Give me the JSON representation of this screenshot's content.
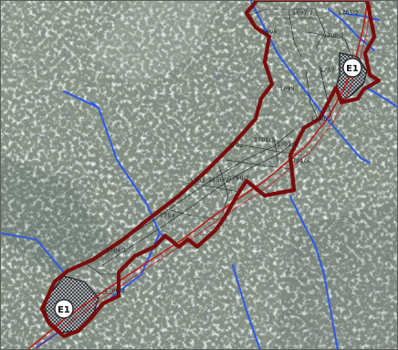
{
  "map": {
    "colors": {
      "boundary": "#7a0c0c",
      "road": "#c01717",
      "stream": "#2d59e6",
      "parcel": "#1c1c1c",
      "hatch": "#1c1c1c"
    },
    "parcel_labels": [
      "1697/2",
      "1696",
      "1700/2",
      "1705/2",
      "1699",
      "1707",
      "1702",
      "1701/1",
      "1701/2",
      "1703",
      "1701/3",
      "1700/1",
      "1686/2",
      "1760/2",
      "1704",
      "1706/1",
      "1706/2"
    ],
    "markers": [
      {
        "id": "north",
        "label": "E1"
      },
      {
        "id": "south",
        "label": "E1"
      }
    ]
  }
}
